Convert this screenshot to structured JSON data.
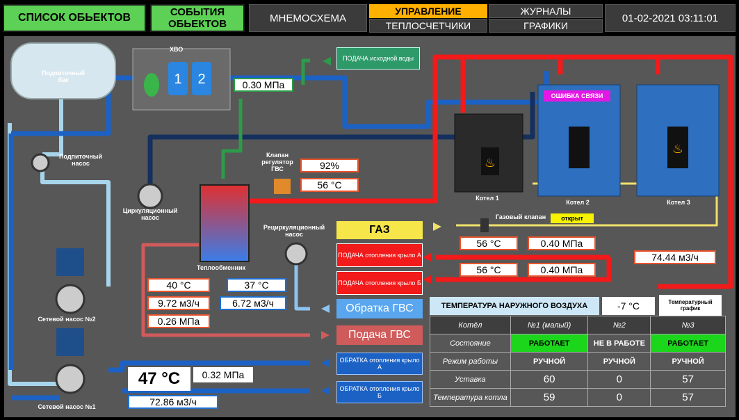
{
  "nav": {
    "objects_list": "СПИСОК ОБЬЕКТОВ",
    "events_line1": "СОБЫТИЯ",
    "events_line2": "ОБЬЕКТОВ",
    "mnemo": "МНЕМОСХЕМА",
    "control": "УПРАВЛЕНИЕ",
    "heatmeters": "ТЕПЛОСЧЕТЧИКИ",
    "journals": "ЖУРНАЛЫ",
    "graphs": "ГРАФИКИ",
    "datetime": "01-02-2021 03:11:01"
  },
  "labels": {
    "xvo": "ХВО",
    "tank": "Подпиточный бак",
    "makeup_pump": "Подпиточный насос",
    "circ_pump": "Циркуляционный насос",
    "heat_exchanger": "Теплообменник",
    "recirc_pump": "Рециркуляционный насос",
    "valve": "Клапан регулятор ГВС",
    "net_pump2": "Сетевой насос №2",
    "net_pump1": "Сетевой насос №1",
    "boiler1": "Котел 1",
    "boiler2": "Котел 2",
    "boiler3": "Котел 3",
    "gas_valve": "Газовый клапан",
    "xvo_tank1": "1",
    "xvo_tank2": "2"
  },
  "values": {
    "xvo_pressure": "0.30 МПа",
    "valve_percent": "92%",
    "valve_temp": "56 °C",
    "gas_valve_state": "открыт",
    "feed_a_temp": "56 °C",
    "feed_a_pressure": "0.40 МПа",
    "feed_b_temp": "56 °C",
    "feed_b_pressure": "0.40 МПа",
    "flow_main": "74.44 м3/ч",
    "dhw_temp1": "40 °C",
    "dhw_flow1": "9.72 м3/ч",
    "dhw_pressure": "0.26 МПа",
    "dhw_temp2": "37 °C",
    "dhw_flow2": "6.72 м3/ч",
    "return_temp": "47 °C",
    "return_pressure": "0.32 МПа",
    "return_flow": "72.86 м3/ч",
    "outdoor_temp": "-7 °C"
  },
  "buttons": {
    "source_water": "ПОДАЧА исходной воды",
    "gas": "ГАЗ",
    "feed_a": "ПОДАЧА отопления крыло А",
    "feed_b": "ПОДАЧА отопления крыло Б",
    "dhw_return": "Обратка ГВС",
    "dhw_feed": "Подача ГВС",
    "return_a": "ОБРАТКА отопления крыло А",
    "return_b": "ОБРАТКА отопления крыло Б",
    "outdoor_label": "ТЕМПЕРАТУРА НАРУЖНОГО ВОЗДУХА",
    "temp_schedule": "Температурный график",
    "comm_error": "ОШИБКА СВЯЗИ"
  },
  "status_table": {
    "columns": [
      "Котёл",
      "№1 (малый)",
      "№2",
      "№3"
    ],
    "rows": [
      {
        "label": "Состояние",
        "cells": [
          "РАБОТАЕТ",
          "НЕ В РАБОТЕ",
          "РАБОТАЕТ"
        ]
      },
      {
        "label": "Режим работы",
        "cells": [
          "РУЧНОЙ",
          "РУЧНОЙ",
          "РУЧНОЙ"
        ]
      },
      {
        "label": "Уставка",
        "cells": [
          "60",
          "0",
          "57"
        ]
      },
      {
        "label": "Температура котла",
        "cells": [
          "59",
          "0",
          "57"
        ]
      }
    ]
  },
  "colors": {
    "accent_green": "#5dd155",
    "accent_amber": "#ffb000",
    "pipe_red": "#f21a1a",
    "pipe_blue": "#1c62c5"
  }
}
